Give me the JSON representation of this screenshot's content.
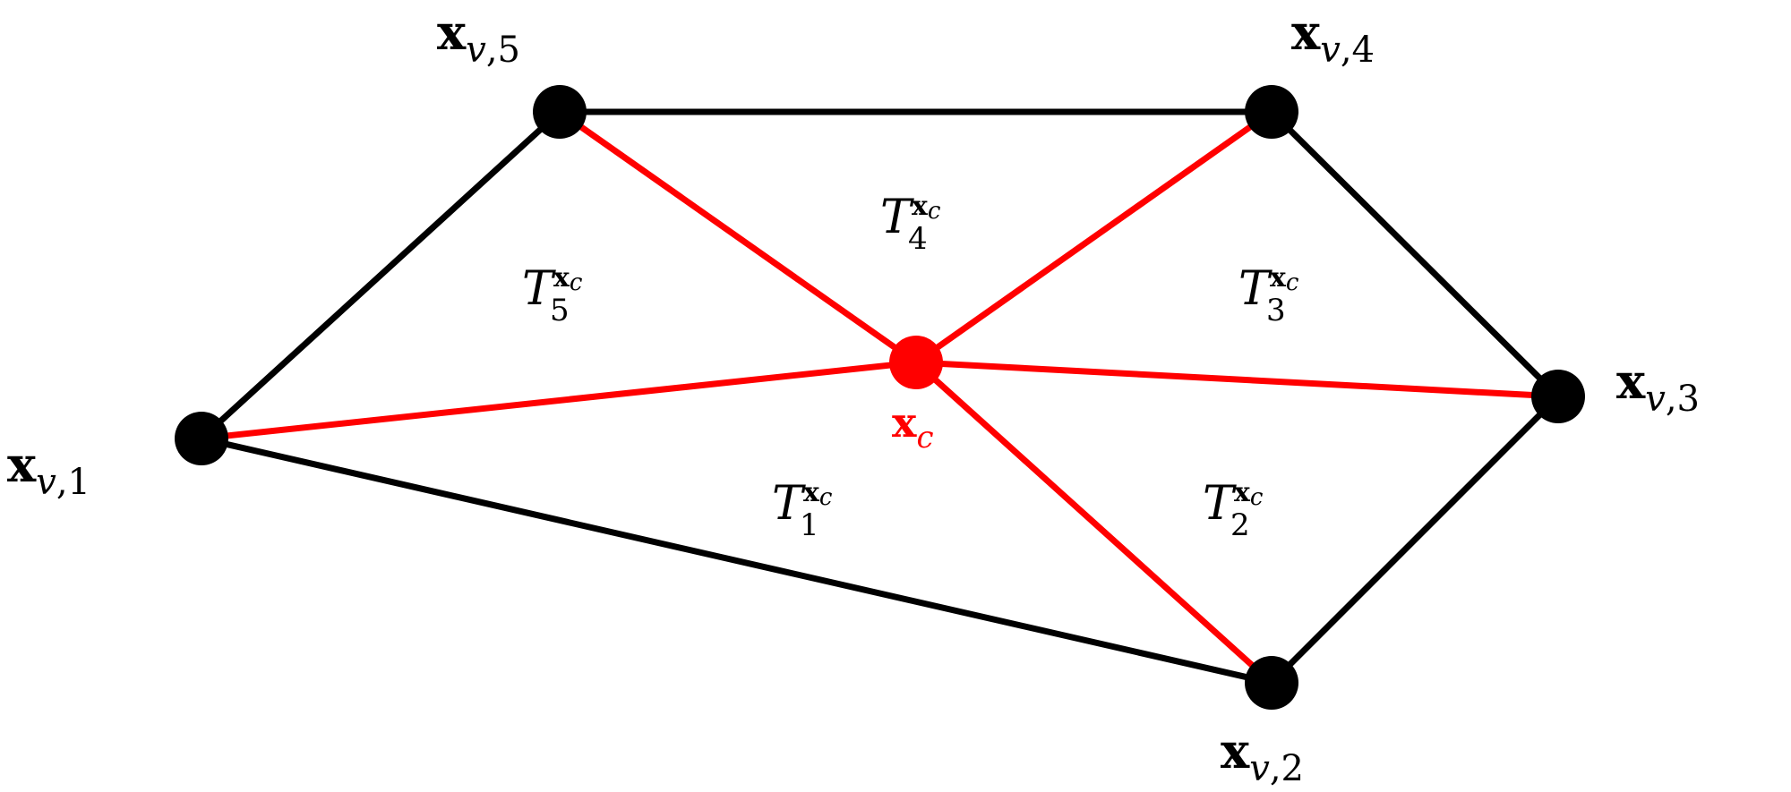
{
  "colors": {
    "polygon_edge": "#000000",
    "star_edge": "#ff0000",
    "vertex": "#000000",
    "centroid": "#ff0000",
    "background": "#ffffff"
  },
  "vertices": [
    {
      "id": "v1",
      "symbol": "x",
      "sub_var": "v",
      "sub_idx": "1"
    },
    {
      "id": "v2",
      "symbol": "x",
      "sub_var": "v",
      "sub_idx": "2"
    },
    {
      "id": "v3",
      "symbol": "x",
      "sub_var": "v",
      "sub_idx": "3"
    },
    {
      "id": "v4",
      "symbol": "x",
      "sub_var": "v",
      "sub_idx": "4"
    },
    {
      "id": "v5",
      "symbol": "x",
      "sub_var": "v",
      "sub_idx": "5"
    }
  ],
  "centroid": {
    "symbol": "x",
    "sub_var": "c"
  },
  "triangles": [
    {
      "id": "T1",
      "letter": "T",
      "sup_symbol": "x",
      "sup_sub": "c",
      "index": "1"
    },
    {
      "id": "T2",
      "letter": "T",
      "sup_symbol": "x",
      "sup_sub": "c",
      "index": "2"
    },
    {
      "id": "T3",
      "letter": "T",
      "sup_symbol": "x",
      "sup_sub": "c",
      "index": "3"
    },
    {
      "id": "T4",
      "letter": "T",
      "sup_symbol": "x",
      "sup_sub": "c",
      "index": "4"
    },
    {
      "id": "T5",
      "letter": "T",
      "sup_symbol": "x",
      "sup_sub": "c",
      "index": "5"
    }
  ]
}
